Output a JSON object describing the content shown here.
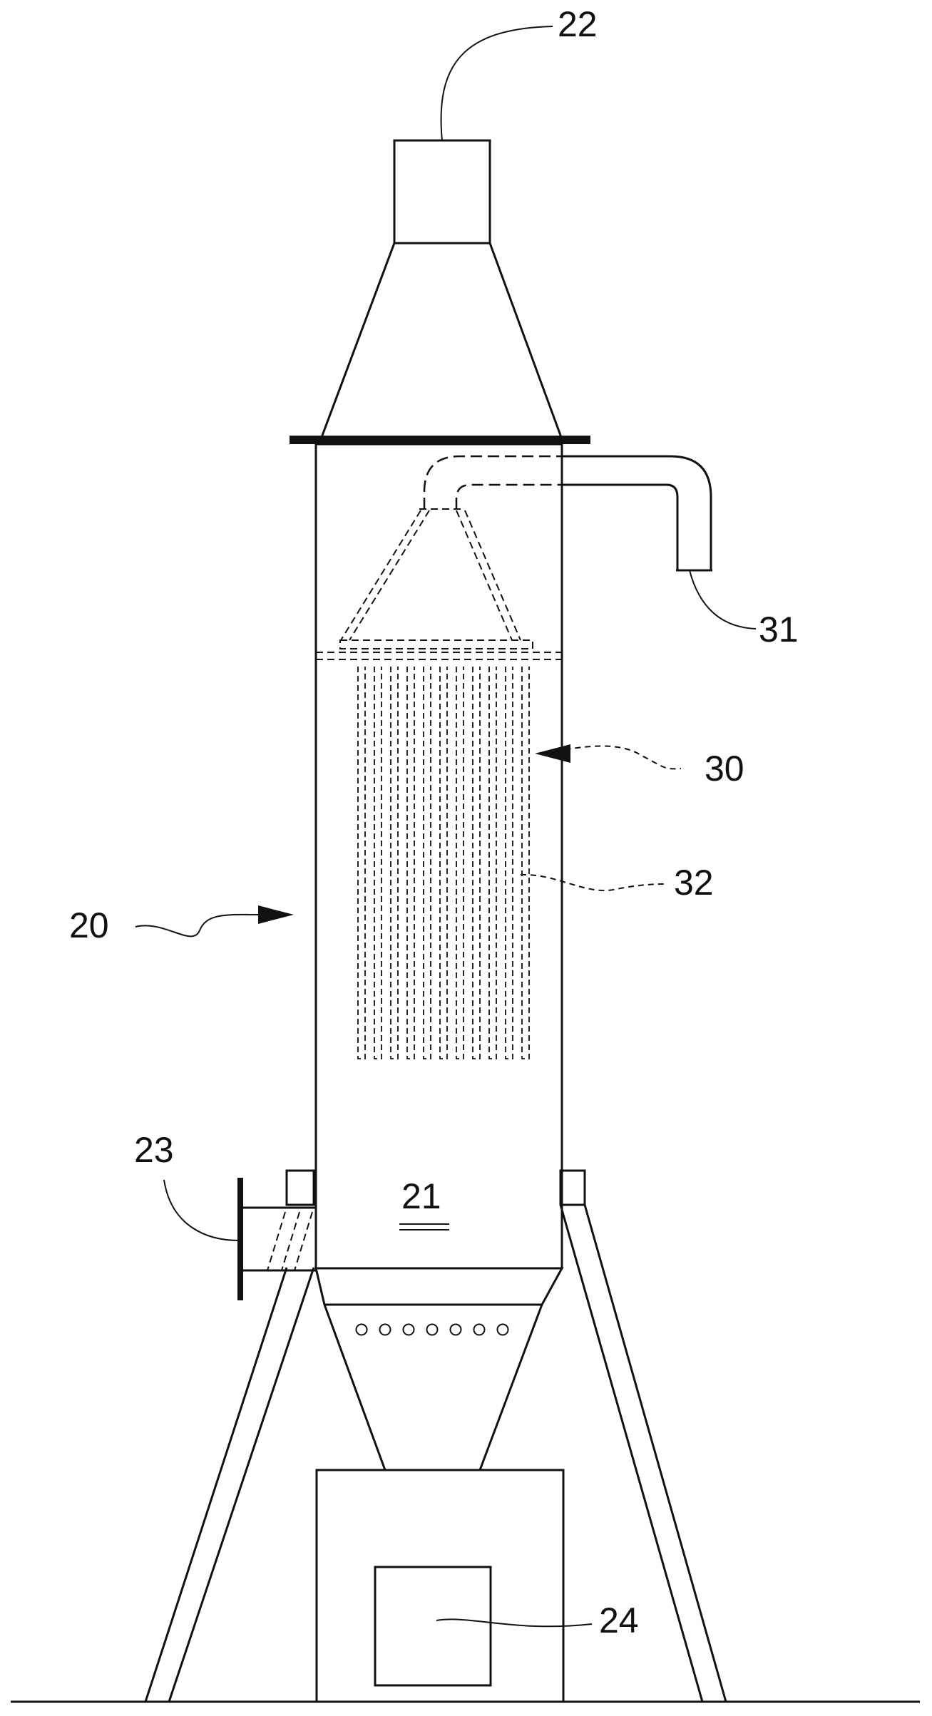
{
  "labels": {
    "outlet_top": "22",
    "vessel": "20",
    "chamber": "21",
    "inlet": "23",
    "hopper_box": "24",
    "assembly": "30",
    "pipe": "31",
    "tubes": "32"
  },
  "icons": {
    "arrow": "arrow-icon"
  }
}
